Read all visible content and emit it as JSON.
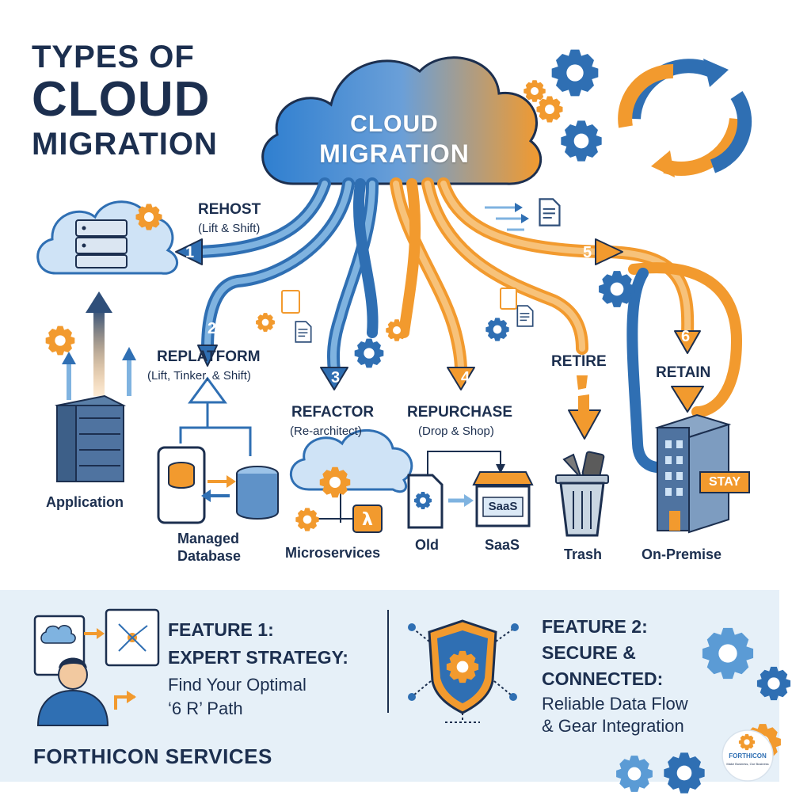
{
  "title": {
    "line1": "TYPES OF",
    "line2": "CLOUD",
    "line3": "MIGRATION"
  },
  "central_cloud": {
    "line1": "CLOUD",
    "line2": "MIGRATION"
  },
  "colors": {
    "navy": "#1c2f4f",
    "blue": "#2f6fb3",
    "light_blue": "#7fb3e0",
    "orange": "#f29a2e",
    "panel": "#e6f0f8"
  },
  "steps": [
    {
      "number": "1",
      "title": "REHOST",
      "subtitle": "(Lift & Shift)"
    },
    {
      "number": "2",
      "title": "REPLATFORM",
      "subtitle": "(Lift, Tinker, & Shift)"
    },
    {
      "number": "3",
      "title": "REFACTOR",
      "subtitle": "(Re-architect)"
    },
    {
      "number": "4",
      "title": "REPURCHASE",
      "subtitle": "(Drop & Shop)"
    },
    {
      "number": "5",
      "title": "RETIRE",
      "subtitle": ""
    },
    {
      "number": "6",
      "title": "RETAIN",
      "subtitle": ""
    }
  ],
  "nodes": {
    "application": "Application",
    "managed_database_1": "Managed",
    "managed_database_2": "Database",
    "microservices": "Microservices",
    "old": "Old",
    "saas": "SaaS",
    "saas_sign": "SaaS",
    "trash": "Trash",
    "on_premise": "On-Premise",
    "stay_sign": "STAY"
  },
  "features": [
    {
      "title_line1": "FEATURE 1:",
      "title_line2": "EXPERT STRATEGY:",
      "desc_line1": "Find Your Optimal",
      "desc_line2": "‘6 R’ Path"
    },
    {
      "title_line1": "FEATURE 2:",
      "title_line2": "SECURE &",
      "title_line3": "CONNECTED:",
      "desc_line1": "Reliable Data Flow",
      "desc_line2": "& Gear Integration"
    }
  ],
  "footer": {
    "brand": "FORTHICON SERVICES"
  },
  "logo": {
    "text": "FORTHICON",
    "tagline": "Make Business, Our Business"
  },
  "icons": [
    "server-icon",
    "gear-icon",
    "document-icon",
    "database-icon",
    "phone-icon",
    "storefront-icon",
    "trash-icon",
    "building-icon",
    "shield-icon",
    "person-icon",
    "lambda-icon"
  ]
}
